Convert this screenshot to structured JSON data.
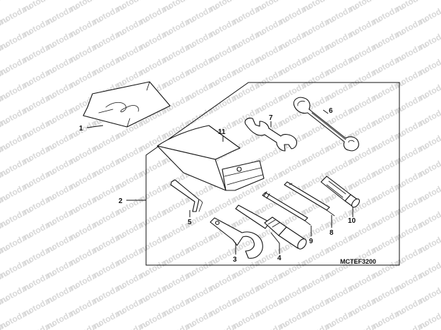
{
  "watermark": "motod.ru",
  "diagram_code": "MCTEF3200",
  "callouts": {
    "c1": "1",
    "c2": "2",
    "c3": "3",
    "c4": "4",
    "c5": "5",
    "c6": "6",
    "c7": "7",
    "c8": "8",
    "c9": "9",
    "c10": "10",
    "c11": "11"
  }
}
